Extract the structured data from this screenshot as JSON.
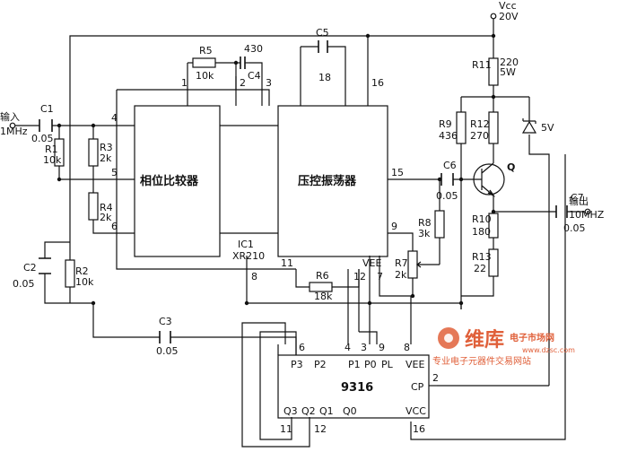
{
  "diagram": {
    "title": "10MHz 倍频电路 (XR210 + 9316)",
    "supply": {
      "label": "Vcc",
      "voltage": "20V"
    },
    "input": {
      "label": "输入",
      "freq": "1MHz"
    },
    "output": {
      "label": "输出",
      "freq": "10MHZ"
    },
    "ic1": {
      "ref": "IC1",
      "part": "XR210",
      "block_a": "相位比较器",
      "block_b": "压控振荡器",
      "pins": {
        "p1": "1",
        "p2": "2",
        "p3": "3",
        "p4": "4",
        "p5": "5",
        "p6": "6",
        "p7": "7",
        "p8": "8",
        "p9": "9",
        "p11": "11",
        "p12": "12",
        "p15": "15",
        "p16": "16",
        "vee": "VEE"
      }
    },
    "ic2": {
      "part": "9316",
      "pin_names": {
        "p3": "P3",
        "p2": "P2",
        "p1": "P1",
        "p0": "P0",
        "pl": "PL",
        "vee": "VEE",
        "cp": "CP",
        "q3": "Q3",
        "q2": "Q2",
        "q1": "Q1",
        "q0": "Q0",
        "vcc": "VCC"
      },
      "pin_nums": {
        "n6": "6",
        "n4": "4",
        "n3": "3",
        "n9": "9",
        "n8": "8",
        "n2": "2",
        "n11": "11",
        "n12": "12",
        "n16": "16"
      }
    },
    "components": {
      "c1": {
        "ref": "C1",
        "value": "0.05"
      },
      "r1": {
        "ref": "R1",
        "value": "10k"
      },
      "r3": {
        "ref": "R3",
        "value": "2k"
      },
      "r4": {
        "ref": "R4",
        "value": "2k"
      },
      "c2": {
        "ref": "C2",
        "value": "0.05"
      },
      "r2": {
        "ref": "R2",
        "value": "10k"
      },
      "r5": {
        "ref": "R5",
        "value": "10k"
      },
      "c4": {
        "ref": "C4",
        "value": "430"
      },
      "c5": {
        "ref": "C5",
        "value": "18"
      },
      "r6": {
        "ref": "R6",
        "value": "18k"
      },
      "r7": {
        "ref": "R7",
        "value": "2k"
      },
      "r8": {
        "ref": "R8",
        "value": "3k"
      },
      "c3": {
        "ref": "C3",
        "value": "0.05"
      },
      "c6": {
        "ref": "C6",
        "value": "0.05"
      },
      "r9": {
        "ref": "R9",
        "value": "436"
      },
      "r11": {
        "ref": "R11",
        "value": "220",
        "power": "5W"
      },
      "r12": {
        "ref": "R12",
        "value": "270"
      },
      "r10": {
        "ref": "R10",
        "value": "180"
      },
      "r13": {
        "ref": "R13",
        "value": "22"
      },
      "zener": {
        "value": "5V"
      },
      "q": {
        "ref": "Q"
      },
      "c7": {
        "ref": "C7",
        "value": "0.05"
      }
    }
  },
  "watermark": {
    "name": "维库",
    "tagline": "电子市场网",
    "url": "www.dzsc.com",
    "slogan": "专业电子元器件交易网站"
  },
  "colors": {
    "line": "#111111",
    "watermark": "#e0603a"
  }
}
